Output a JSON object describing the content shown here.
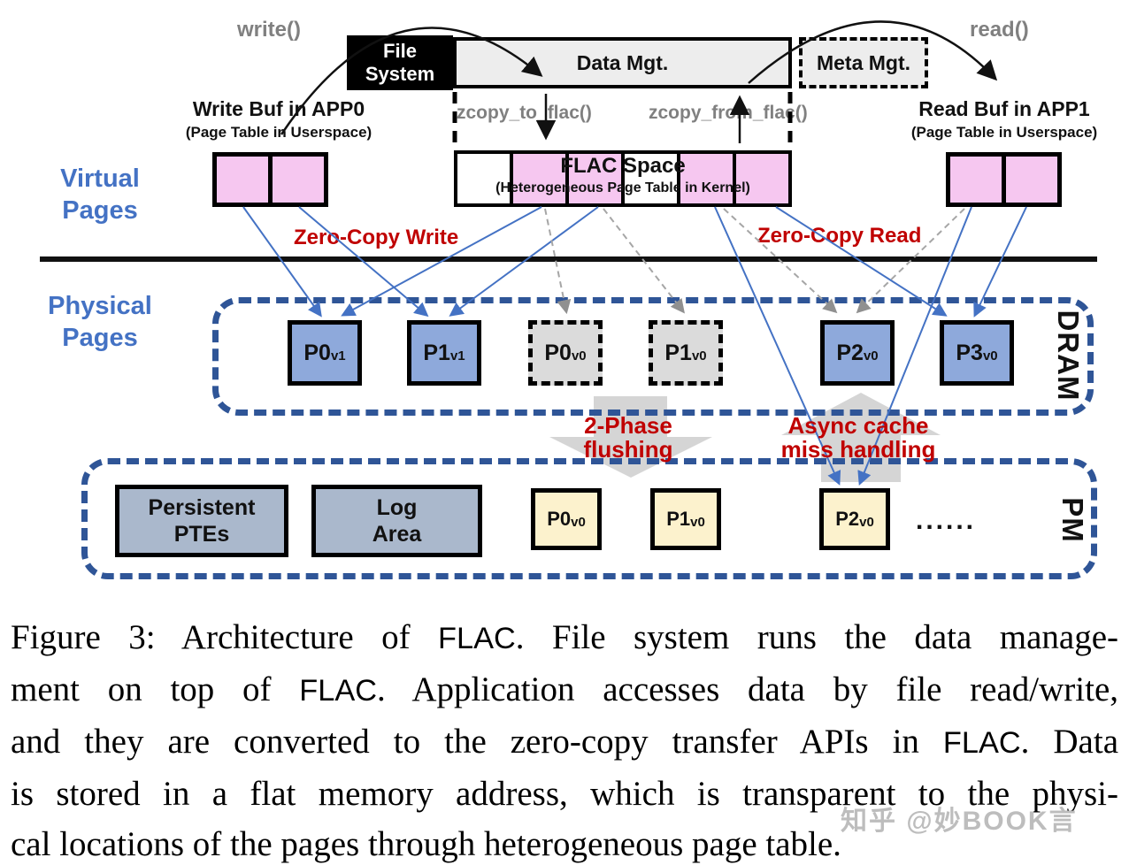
{
  "top": {
    "write_call": "write()",
    "read_call": "read()",
    "file_system": [
      "File",
      "System"
    ],
    "data_mgt": "Data Mgt.",
    "meta_mgt": "Meta Mgt.",
    "zcopy_to": "zcopy_to_flac()",
    "zcopy_from": "zcopy_from_flac()"
  },
  "apps": {
    "write_buf_title": "Write Buf in APP0",
    "write_buf_sub": "(Page Table in Userspace)",
    "read_buf_title": "Read Buf in APP1",
    "read_buf_sub": "(Page Table in Userspace)"
  },
  "virtual": {
    "row_label": [
      "Virtual",
      "Pages"
    ],
    "flac_title": "FLAC Space",
    "flac_sub": "(Heterogeneous Page Table in Kernel)",
    "flac_cells": [
      "white",
      "pink",
      "pink",
      "white",
      "pink",
      "pink"
    ],
    "zero_copy_write": "Zero-Copy Write",
    "zero_copy_read": "Zero-Copy Read"
  },
  "physical": {
    "row_label": [
      "Physical",
      "Pages"
    ],
    "dram_label": "DRAM",
    "pages": [
      {
        "name": "P0",
        "sub": "v1",
        "style": "current"
      },
      {
        "name": "P1",
        "sub": "v1",
        "style": "current"
      },
      {
        "name": "P0",
        "sub": "v0",
        "style": "stale"
      },
      {
        "name": "P1",
        "sub": "v0",
        "style": "stale"
      },
      {
        "name": "P2",
        "sub": "v0",
        "style": "current"
      },
      {
        "name": "P3",
        "sub": "v0",
        "style": "current"
      }
    ],
    "flush_label": [
      "2-Phase",
      "flushing"
    ],
    "miss_label": [
      "Async cache",
      "miss handling"
    ]
  },
  "pm": {
    "pm_label": "PM",
    "persistent_ptes": [
      "Persistent",
      "PTEs"
    ],
    "log_area": [
      "Log",
      "Area"
    ],
    "pages": [
      {
        "name": "P0",
        "sub": "v0"
      },
      {
        "name": "P1",
        "sub": "v0"
      },
      {
        "name": "P2",
        "sub": "v0"
      }
    ],
    "ellipsis": "......"
  },
  "caption": {
    "lines": [
      "Figure 3: Architecture of FLAC. File system runs the data manage-",
      "ment on top of FLAC. Application accesses data by file read/write,",
      "and they are converted to the zero-copy transfer APIs in FLAC. Data",
      "is stored in a flat memory address, which is transparent to the physi-",
      "cal locations of the pages through heterogeneous page table."
    ]
  },
  "watermark": "知乎 @妙BOOK言",
  "colors": {
    "accent_blue": "#4472C4",
    "dash_blue": "#2F5597",
    "page_blue": "#8EA9DB",
    "pink": "#F6C7F0",
    "stale_gray": "#DBDBDB",
    "cream": "#FCF2CD",
    "pte_gray": "#AAB8CC",
    "mgt_gray": "#EDEDED",
    "red": "#C00000",
    "gray_text": "#808080",
    "big_arrow_gray": "#D5D5D5"
  }
}
